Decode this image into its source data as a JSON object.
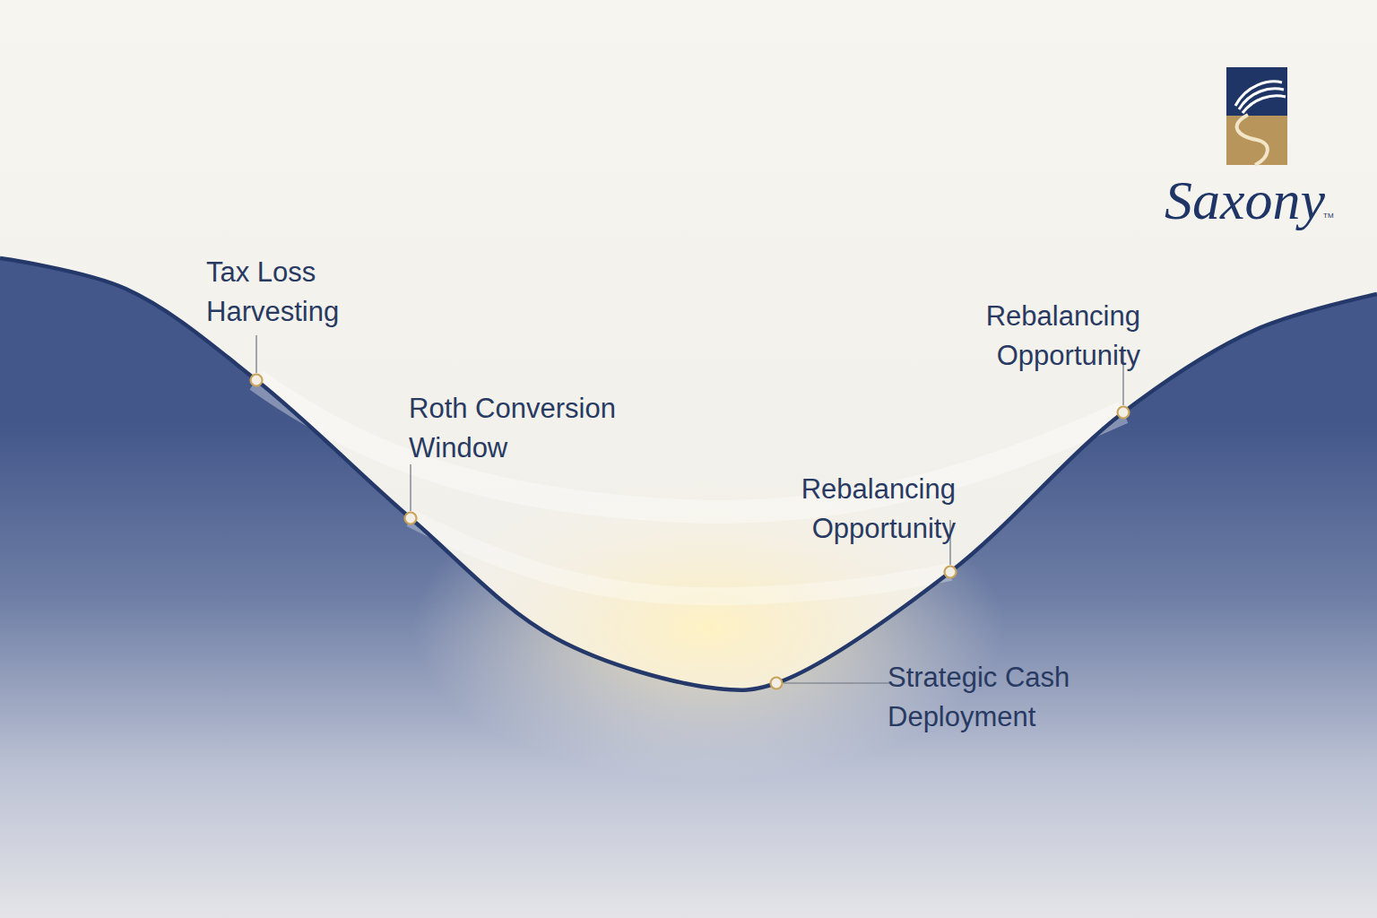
{
  "diagram": {
    "labels": [
      "Tax Loss Harvesting",
      "Roth Conversion Window",
      "Rebalancing Opportunity",
      "Rebalancing Opportunity",
      "Strategic Cash Deployment",
      "Saxony",
      "TM"
    ]
  }
}
